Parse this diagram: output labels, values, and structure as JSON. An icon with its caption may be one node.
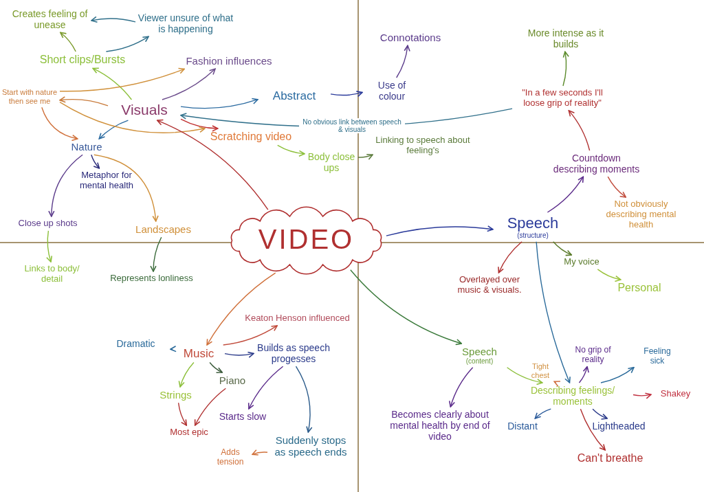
{
  "diagram": {
    "nodes": [
      {
        "text": [
          "Creates feeling of unease"
        ]
      },
      {
        "text": [
          "Viewer unsure of what is happening"
        ]
      },
      {
        "text": [
          "Short clips/Bursts"
        ]
      },
      {
        "text": [
          "Fashion influences"
        ]
      },
      {
        "text": [
          "Start with nature then see me"
        ]
      },
      {
        "text": [
          "Visuals"
        ]
      },
      {
        "text": [
          "Abstract"
        ]
      },
      {
        "text": [
          "Use of colour"
        ]
      },
      {
        "text": [
          "Connotations"
        ]
      },
      {
        "text": [
          "Nature"
        ]
      },
      {
        "text": [
          "Scratching video"
        ]
      },
      {
        "text": [
          "Body close ups"
        ]
      },
      {
        "text": [
          "Linking to speech about feeling's"
        ]
      },
      {
        "text": [
          "Metaphor for mental health"
        ]
      },
      {
        "text": [
          "Close up shots"
        ]
      },
      {
        "text": [
          "Landscapes"
        ]
      },
      {
        "text": [
          "Links to body/ detail"
        ]
      },
      {
        "text": [
          "Represents lonliness"
        ]
      },
      {
        "text": [
          "VIDEO"
        ]
      },
      {
        "text": [
          "\"In a few seconds I'll loose grip of reality\""
        ]
      },
      {
        "text": [
          "More intense as it builds"
        ]
      },
      {
        "text": [
          "Countdown describing moments"
        ]
      },
      {
        "text": [
          "Not obviously describing mental health"
        ]
      },
      {
        "text": [
          "Speech",
          "(structure)"
        ]
      },
      {
        "text": [
          "My voice"
        ]
      },
      {
        "text": [
          "Personal"
        ]
      },
      {
        "text": [
          "Overlayed over music & visuals."
        ]
      },
      {
        "text": [
          "Keaton Henson influenced"
        ]
      },
      {
        "text": [
          "Dramatic"
        ]
      },
      {
        "text": [
          "Music"
        ]
      },
      {
        "text": [
          "Builds as speech progesses"
        ]
      },
      {
        "text": [
          "Piano"
        ]
      },
      {
        "text": [
          "Strings"
        ]
      },
      {
        "text": [
          "Most epic"
        ]
      },
      {
        "text": [
          "Starts slow"
        ]
      },
      {
        "text": [
          "Suddenly stops as speech ends"
        ]
      },
      {
        "text": [
          "Adds tension"
        ]
      },
      {
        "text": [
          "Speech",
          "(content)"
        ]
      },
      {
        "text": [
          "Becomes clearly about mental health by end of video"
        ]
      },
      {
        "text": [
          "Describing feelings/ moments"
        ]
      },
      {
        "text": [
          "Tight chest"
        ]
      },
      {
        "text": [
          "No grip of reality"
        ]
      },
      {
        "text": [
          "Feeling sick"
        ]
      },
      {
        "text": [
          "Shakey"
        ]
      },
      {
        "text": [
          "Distant"
        ]
      },
      {
        "text": [
          "Lightheaded"
        ]
      },
      {
        "text": [
          "Can't breathe"
        ]
      }
    ],
    "edges": [
      {
        "from": 1,
        "to": 0,
        "arrow": "to",
        "color": "#2f6f8a"
      },
      {
        "from": 2,
        "to": 0,
        "arrow": "to",
        "color": "#7a9a2a"
      },
      {
        "from": 2,
        "to": 1,
        "arrow": "to",
        "color": "#2f6f8a"
      },
      {
        "from": 5,
        "to": 2,
        "arrow": "to",
        "color": "#8cbf3a"
      },
      {
        "from": 4,
        "to": 3,
        "arrow": "to",
        "color": "#d0903a"
      },
      {
        "from": 5,
        "to": 3,
        "arrow": "to",
        "color": "#6a4a8a"
      },
      {
        "from": 5,
        "to": 4,
        "arrow": "to",
        "color": "#c87a3a"
      },
      {
        "from": 5,
        "to": 6,
        "arrow": "to",
        "color": "#2a6aa0"
      },
      {
        "from": 6,
        "to": 7,
        "arrow": "to",
        "color": "#2a3a9a"
      },
      {
        "from": 7,
        "to": 8,
        "arrow": "to",
        "color": "#5a3a8a"
      },
      {
        "from": 5,
        "to": 9,
        "arrow": "to",
        "color": "#2a6aa0"
      },
      {
        "from": 5,
        "to": 10,
        "arrow": "to",
        "color": "#c03030"
      },
      {
        "from": 4,
        "to": 9,
        "arrow": "to",
        "color": "#d0703a"
      },
      {
        "from": 4,
        "to": 10,
        "arrow": "to",
        "color": "#d0903a"
      },
      {
        "from": 10,
        "to": 11,
        "arrow": "to",
        "color": "#8cbf3a"
      },
      {
        "from": 11,
        "to": 12,
        "arrow": "to",
        "color": "#5a7a3a"
      },
      {
        "from": 9,
        "to": 13,
        "arrow": "to",
        "color": "#2a2a7a"
      },
      {
        "from": 9,
        "to": 14,
        "arrow": "to",
        "color": "#5a3a8a"
      },
      {
        "from": 9,
        "to": 15,
        "arrow": "to",
        "color": "#d0903a"
      },
      {
        "from": 14,
        "to": 16,
        "arrow": "to",
        "color": "#8cbf3a"
      },
      {
        "from": 15,
        "to": 17,
        "arrow": "to",
        "color": "#3a6a3a"
      },
      {
        "from": 18,
        "to": 5,
        "arrow": "to",
        "color": "#b03030"
      },
      {
        "from": 18,
        "to": 23,
        "arrow": "to",
        "color": "#2a3a9a"
      },
      {
        "from": 18,
        "to": 29,
        "arrow": "to",
        "color": "#d0703a"
      },
      {
        "from": 18,
        "to": 37,
        "arrow": "to",
        "color": "#3a7a3a"
      },
      {
        "from": 19,
        "to": 20,
        "arrow": "to",
        "color": "#5a8a2a"
      },
      {
        "from": 19,
        "to": 5,
        "arrow": "to",
        "label": "No obvious link between speech & visuals",
        "color": "#2f6f8a"
      },
      {
        "from": 21,
        "to": 19,
        "arrow": "to",
        "color": "#b03030"
      },
      {
        "from": 23,
        "to": 21,
        "arrow": "to",
        "color": "#5a2a8a"
      },
      {
        "from": 21,
        "to": 22,
        "arrow": "to",
        "color": "#c04a3a"
      },
      {
        "from": 23,
        "to": 24,
        "arrow": "to",
        "color": "#5a7a2a"
      },
      {
        "from": 24,
        "to": 25,
        "arrow": "to",
        "color": "#9ac23a"
      },
      {
        "from": 23,
        "to": 26,
        "arrow": "to",
        "color": "#b03030"
      },
      {
        "from": 23,
        "to": 39,
        "arrow": "to",
        "color": "#2a6a9a"
      },
      {
        "from": 29,
        "to": 27,
        "arrow": "to",
        "color": "#c04a3a"
      },
      {
        "from": 29,
        "to": 28,
        "arrow": "to",
        "color": "#2a6a9a"
      },
      {
        "from": 29,
        "to": 30,
        "arrow": "to",
        "color": "#2a3a8a"
      },
      {
        "from": 29,
        "to": 31,
        "arrow": "to",
        "color": "#3a5a3a"
      },
      {
        "from": 29,
        "to": 32,
        "arrow": "to",
        "color": "#8cbf3a"
      },
      {
        "from": 32,
        "to": 33,
        "arrow": "to",
        "color": "#b03030"
      },
      {
        "from": 31,
        "to": 33,
        "arrow": "to",
        "color": "#b03030"
      },
      {
        "from": 30,
        "to": 34,
        "arrow": "to",
        "color": "#5a2a8a"
      },
      {
        "from": 30,
        "to": 35,
        "arrow": "to",
        "color": "#2a5a8a"
      },
      {
        "from": 35,
        "to": 36,
        "arrow": "to",
        "color": "#d0703a"
      },
      {
        "from": 37,
        "to": 38,
        "arrow": "to",
        "color": "#5a2a8a"
      },
      {
        "from": 37,
        "to": 39,
        "arrow": "to",
        "color": "#8cbf3a"
      },
      {
        "from": 39,
        "to": 40,
        "arrow": "to",
        "color": "#d07040"
      },
      {
        "from": 39,
        "to": 41,
        "arrow": "to",
        "color": "#5a2a8a"
      },
      {
        "from": 39,
        "to": 42,
        "arrow": "to",
        "color": "#2a6a9a"
      },
      {
        "from": 39,
        "to": 43,
        "arrow": "to",
        "color": "#c03040"
      },
      {
        "from": 39,
        "to": 44,
        "arrow": "to",
        "color": "#2a5a9a"
      },
      {
        "from": 39,
        "to": 45,
        "arrow": "to",
        "color": "#2a3a8a"
      },
      {
        "from": 39,
        "to": 46,
        "arrow": "to",
        "color": "#b03030"
      }
    ]
  }
}
